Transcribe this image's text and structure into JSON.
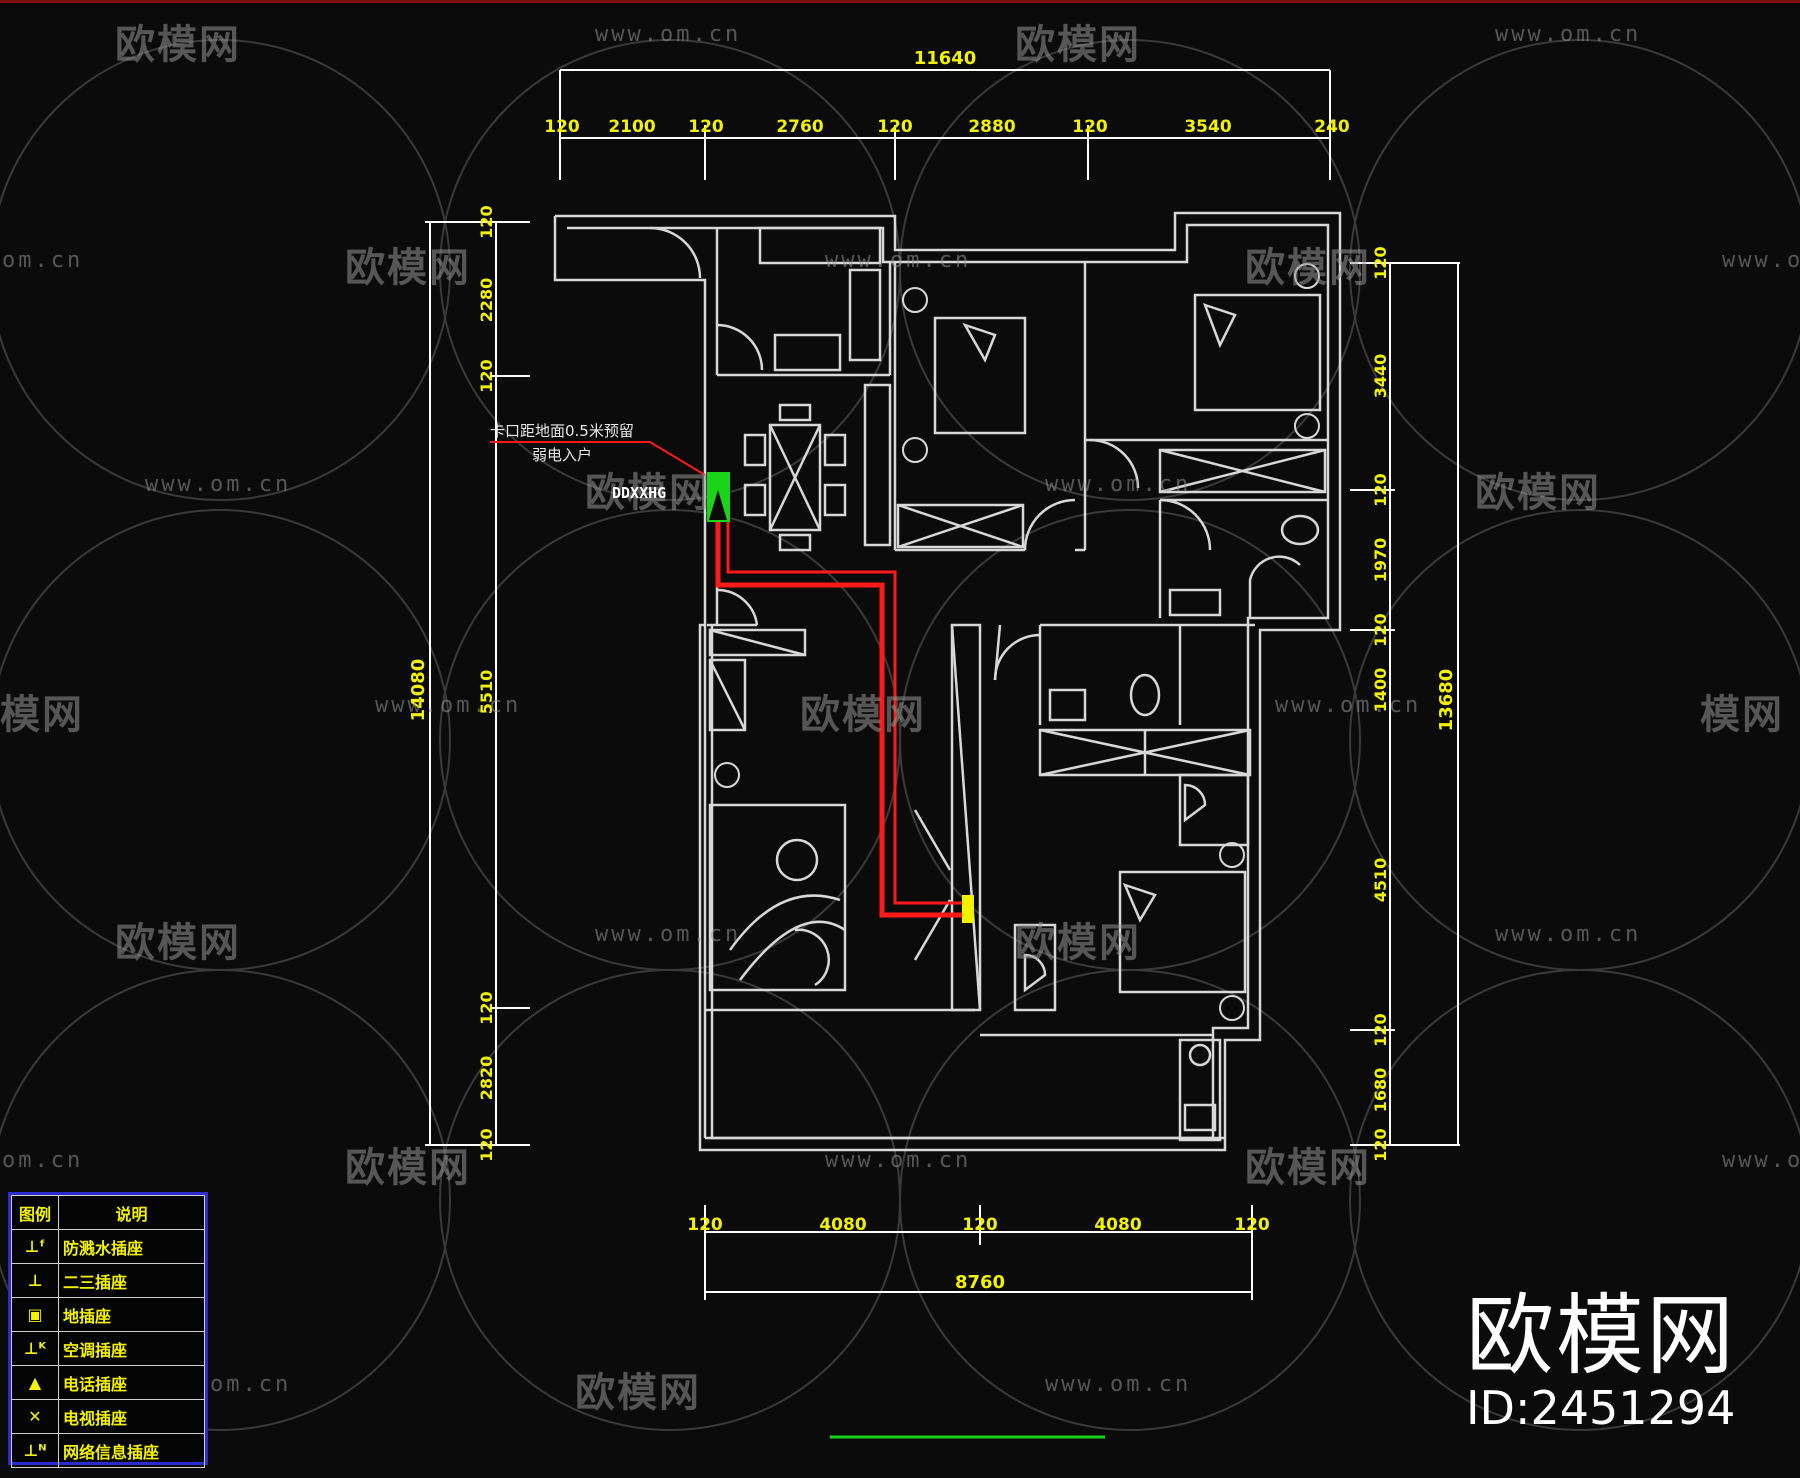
{
  "watermark": {
    "logo_text": "欧模网",
    "url_text": "www.om.cn",
    "url_partial": "om.cn",
    "logo_partial": "模网"
  },
  "brand": {
    "logo": "欧模网",
    "id_label": "ID:2451294"
  },
  "plan": {
    "note_line1": "卡口距地面0.5米预留",
    "note_line2": "弱电入户",
    "box_tag": "DDXXHG"
  },
  "dimensions": {
    "top_total": "11640",
    "top_segments": [
      "120",
      "2100",
      "120",
      "2760",
      "120",
      "2880",
      "120",
      "3540",
      "240"
    ],
    "bottom_total": "8760",
    "bottom_segments": [
      "120",
      "4080",
      "120",
      "4080",
      "120"
    ],
    "left_total": "14080",
    "left_segments": [
      "120",
      "2280",
      "120",
      "5510",
      "120",
      "2820",
      "120"
    ],
    "right_total": "13680",
    "right_segments": [
      "120",
      "3440",
      "120",
      "1970",
      "120",
      "1400",
      "4510",
      "120",
      "1680",
      "120"
    ]
  },
  "legend": {
    "header_symbol": "图例",
    "header_desc": "说明",
    "rows": [
      {
        "icon": "waterproof-socket-icon",
        "label": "防溅水插座"
      },
      {
        "icon": "dual-socket-icon",
        "label": "二三插座"
      },
      {
        "icon": "floor-socket-icon",
        "label": "地插座"
      },
      {
        "icon": "ac-socket-icon",
        "label": "空调插座"
      },
      {
        "icon": "phone-socket-icon",
        "label": "电话插座"
      },
      {
        "icon": "tv-socket-icon",
        "label": "电视插座"
      },
      {
        "icon": "network-socket-icon",
        "label": "网络信息插座"
      }
    ]
  },
  "colors": {
    "background": "#0b0b0b",
    "wall": "#d8d8d8",
    "dimension": "#f2f200",
    "cable": "#ff1a1a",
    "box": "#19d419",
    "legend_border": "#2b2bd0"
  }
}
